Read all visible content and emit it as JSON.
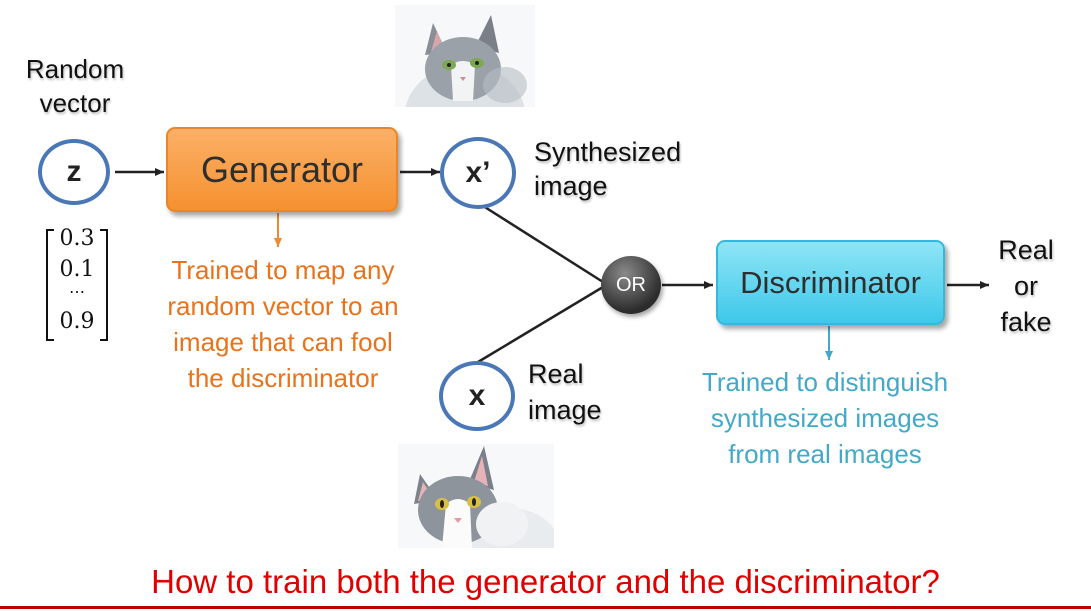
{
  "random_vector_label": "Random\nvector",
  "z_node": "z",
  "generator_label": "Generator",
  "x_prime_node": "x’",
  "synthesized_label": "Synthesized\nimage",
  "vector_values": [
    "0.3",
    "0.1",
    "⋯",
    "0.9"
  ],
  "generator_desc": "Trained to map any\nrandom vector to an\nimage that can fool\nthe discriminator",
  "or_label": "OR",
  "discriminator_label": "Discriminator",
  "real_or_fake": "Real\nor\nfake",
  "x_node": "x",
  "real_image_label": "Real\nimage",
  "discriminator_desc": "Trained to distinguish\nsynthesized images\nfrom real images",
  "question": "How to train both the generator and the discriminator?",
  "colors": {
    "generator": "#f5912f",
    "discriminator": "#3ec8ea",
    "generator_text": "#e8731c",
    "discriminator_text": "#45a8c8",
    "node_border": "#4a78b6",
    "question": "#e00000"
  },
  "images": {
    "synthesized": "cat-image-synthesized",
    "real": "cat-image-real"
  }
}
